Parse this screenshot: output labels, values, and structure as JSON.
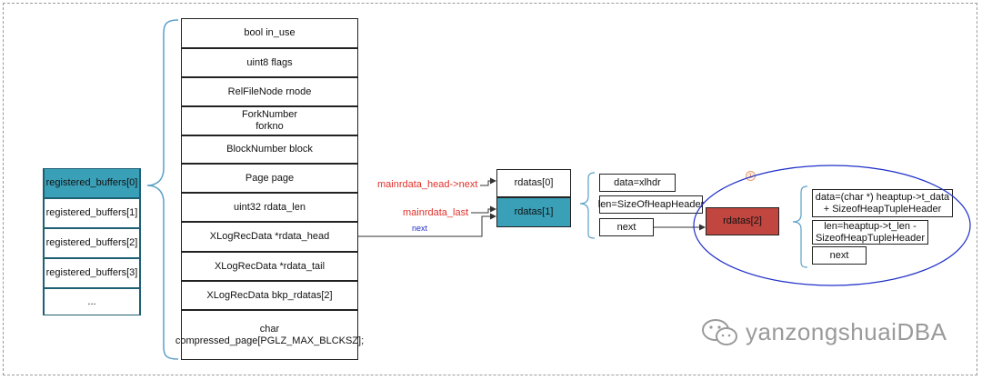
{
  "left_array": {
    "items": [
      "registered_buffers[0]",
      "registered_buffers[1]",
      "registered_buffers[2]",
      "registered_buffers[3]",
      "..."
    ]
  },
  "struct_fields": [
    "bool in_use",
    "uint8 flags",
    "RelFileNode rnode",
    "ForkNumber\nforkno",
    "BlockNumber block",
    "Page page",
    "uint32 rdata_len",
    "XLogRecData *rdata_head",
    "XLogRecData *rdata_tail",
    "XLogRecData bkp_rdatas[2]",
    "char\ncompressed_page[PGLZ_MAX_BLCKSZ];"
  ],
  "labels": {
    "mainrdata_head_next": "mainrdata_head->next",
    "mainrdata_last": "mainrdata_last",
    "next": "next"
  },
  "rdatas": {
    "r0": "rdatas[0]",
    "r1": "rdatas[1]",
    "r2": "rdatas[2]"
  },
  "rdata1_fields": [
    "data=xlhdr",
    "len=SizeOfHeapHeader",
    "next"
  ],
  "rdata2_fields": [
    "data=(char *) heaptup->t_data\n+ SizeofHeapTupleHeader",
    "len=heaptup->t_len -\nSizeofHeapTupleHeader",
    "next"
  ],
  "marker": "①",
  "watermark": "yanzongshuaiDBA",
  "colors": {
    "highlight": "#3aa0b8",
    "rdatas2_fill": "#c0463f",
    "brace": "#5aa0c8",
    "ellipse": "#2030c8",
    "label_red": "#e0302a"
  }
}
